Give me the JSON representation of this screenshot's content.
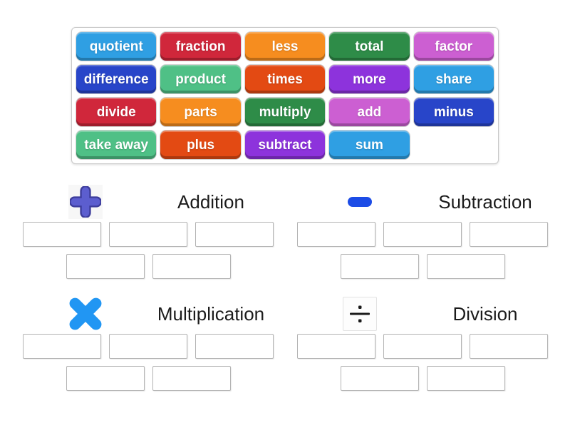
{
  "word_bank": {
    "tiles": [
      {
        "label": "quotient",
        "color": "#2f9fe3"
      },
      {
        "label": "fraction",
        "color": "#d0273b"
      },
      {
        "label": "less",
        "color": "#f68d1f"
      },
      {
        "label": "total",
        "color": "#2e8c48"
      },
      {
        "label": "factor",
        "color": "#cc5fd2"
      },
      {
        "label": "difference",
        "color": "#2845c9"
      },
      {
        "label": "product",
        "color": "#4fc086"
      },
      {
        "label": "times",
        "color": "#e34a13"
      },
      {
        "label": "more",
        "color": "#8d33dc"
      },
      {
        "label": "share",
        "color": "#2f9fe3"
      },
      {
        "label": "divide",
        "color": "#d0273b"
      },
      {
        "label": "parts",
        "color": "#f68d1f"
      },
      {
        "label": "multiply",
        "color": "#2e8c48"
      },
      {
        "label": "add",
        "color": "#cc5fd2"
      },
      {
        "label": "minus",
        "color": "#2845c9"
      },
      {
        "label": "take away",
        "color": "#4fc086"
      },
      {
        "label": "plus",
        "color": "#e34a13"
      },
      {
        "label": "subtract",
        "color": "#8d33dc"
      },
      {
        "label": "sum",
        "color": "#2f9fe3"
      }
    ]
  },
  "groups": [
    {
      "title": "Addition",
      "slots_rows": [
        3,
        2
      ]
    },
    {
      "title": "Subtraction",
      "slots_rows": [
        3,
        2
      ]
    },
    {
      "title": "Multiplication",
      "slots_rows": [
        3,
        2
      ]
    },
    {
      "title": "Division",
      "slots_rows": [
        3,
        2
      ]
    }
  ],
  "icons": {
    "plus_fill": "#5c5ecf",
    "plus_outline": "#3d3d9c",
    "minus_fill": "#1c4ce6",
    "multiply_fill": "#2196f3",
    "divide_fill": "#1a1a1a"
  }
}
